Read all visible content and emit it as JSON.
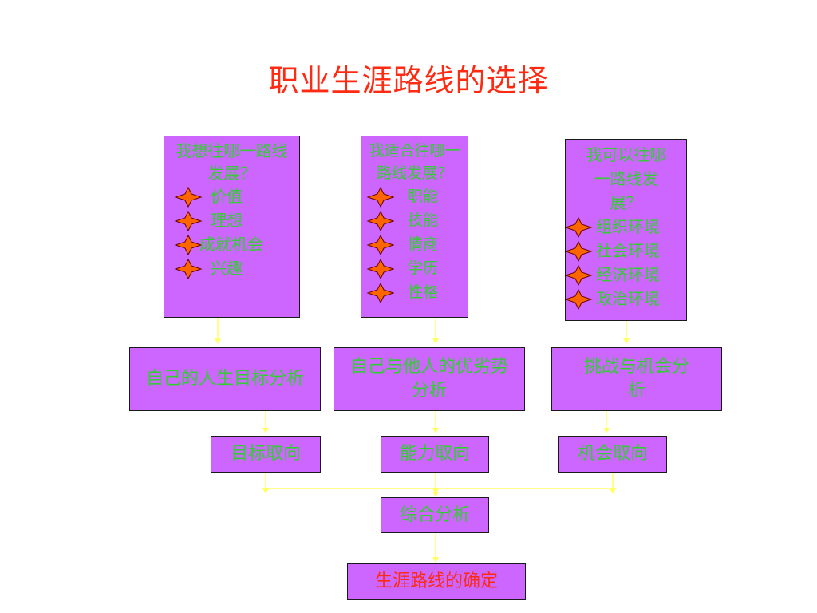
{
  "title": "职业生涯路线的选择",
  "questions": [
    {
      "text": "我想往哪一路线发展？",
      "items": [
        "价值",
        "理想",
        "成就机会",
        "兴趣"
      ]
    },
    {
      "text": "我适合往哪一路线发展？",
      "items": [
        "职能",
        "技能",
        "情商",
        "学历",
        "性格"
      ]
    },
    {
      "text": "我可以往哪一路线发展？",
      "items": [
        "组织环境",
        "社会环境",
        "经济环境",
        "政治环境"
      ]
    }
  ],
  "analyses": [
    "自己的人生目标分析",
    "自己与他人的优劣势分析",
    "挑战与机会分析"
  ],
  "orientations": [
    "目标取向",
    "能力取向",
    "机会取向"
  ],
  "synthesis": "综合分析",
  "result": "生涯路线的确定",
  "colors": {
    "box_fill": "#cc66ff",
    "box_text": "#33cc33",
    "title": "#ff2a12",
    "result_text": "#ff2a12",
    "bullet_fill": "#ff6600",
    "connector": "#ffff66"
  },
  "bullet_icon": "four-point-star-icon"
}
